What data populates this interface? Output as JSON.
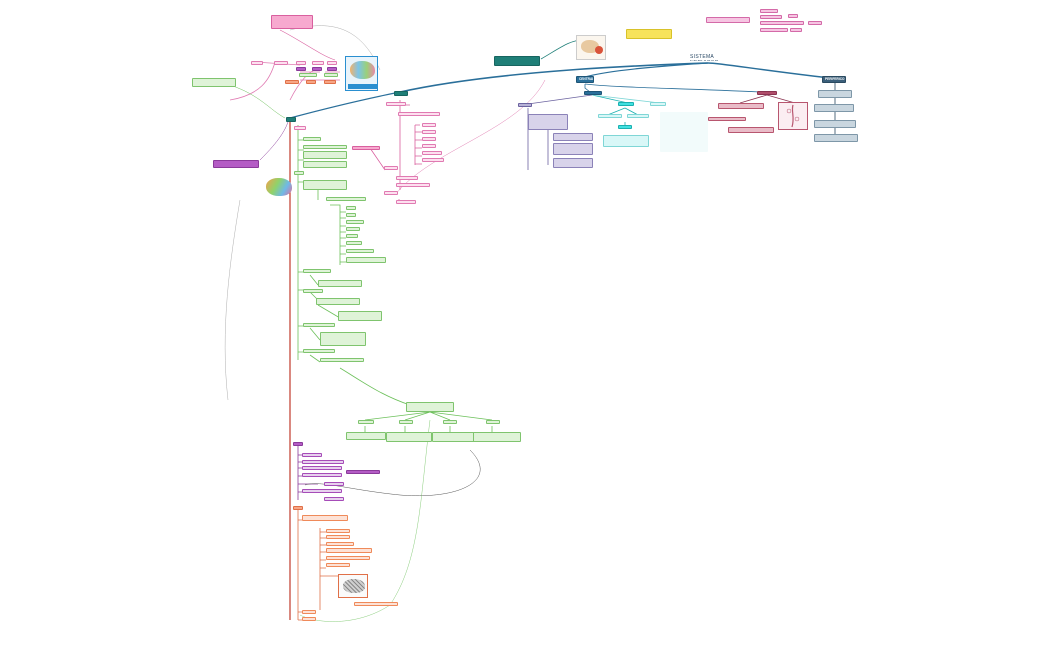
{
  "diagram": {
    "title": "SISTEMA NERVIOSO",
    "branches": {
      "central": "CENTRAL",
      "periferico": "PERIFERICO"
    },
    "colors": {
      "connector_main": "#2a6f9a",
      "connector_green": "#6cc05a",
      "connector_pink": "#d9609f",
      "connector_red": "#c0392b",
      "connector_orange": "#e07048"
    }
  }
}
